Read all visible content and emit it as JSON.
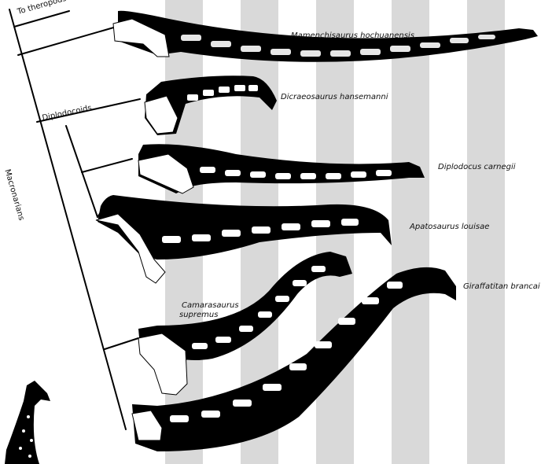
{
  "clades": {
    "to_theropods": "To theropods",
    "diplodocoids": "Diplodocoids",
    "macronarians": "Macronarians"
  },
  "species": {
    "mamenchisaurus": "Mamenchisaurus hochuanensis",
    "dicraeosaurus": "Dicraeosaurus hansemanni",
    "diplodocus": "Diplodocus carnegii",
    "apatosaurus": "Apatosaurus louisae",
    "camarasaurus_line1": "Camarasaurus",
    "camarasaurus_line2": "supremus",
    "giraffatitan": "Giraffatitan brancai"
  },
  "colors": {
    "band": "#d9d9d9",
    "line": "#000000",
    "neck_fill": "#000000",
    "bone": "#ffffff"
  }
}
